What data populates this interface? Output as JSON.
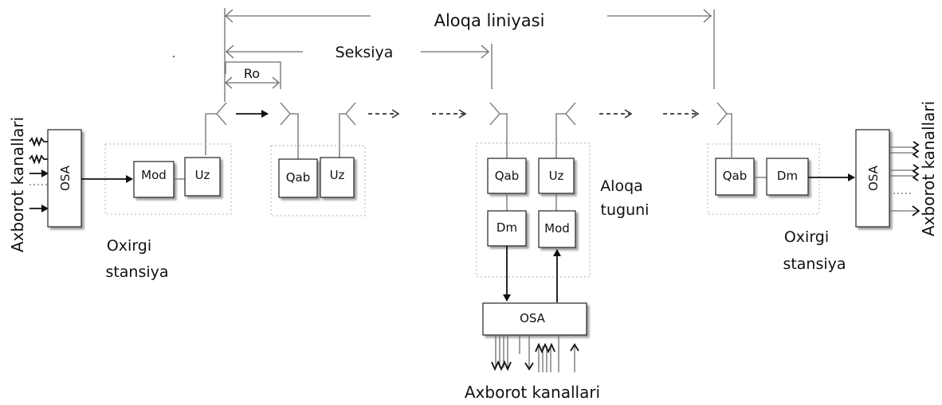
{
  "labels": {
    "line_title": "Aloqa liniyasi",
    "section": "Seksiya",
    "ro": "Ro",
    "left_channels": "Axborot kanallari",
    "right_channels": "Axborot kanallari",
    "bottom_channels": "Axborot kanallari",
    "left_station_l1": "Oxirgi",
    "left_station_l2": "stansiya",
    "right_station_l1": "Oxirgi",
    "right_station_l2": "stansiya",
    "node_l1": "Aloqa",
    "node_l2": "tuguni"
  },
  "blocks": {
    "osa_left": "OSA",
    "mod_left": "Mod",
    "uz_left": "Uz",
    "qab_rep": "Qab",
    "uz_rep": "Uz",
    "qab_node": "Qab",
    "uz_node": "Uz",
    "dm_node": "Dm",
    "mod_node": "Mod",
    "osa_bottom": "OSA",
    "qab_right": "Qab",
    "dm_right": "Dm",
    "osa_right": "OSA"
  }
}
